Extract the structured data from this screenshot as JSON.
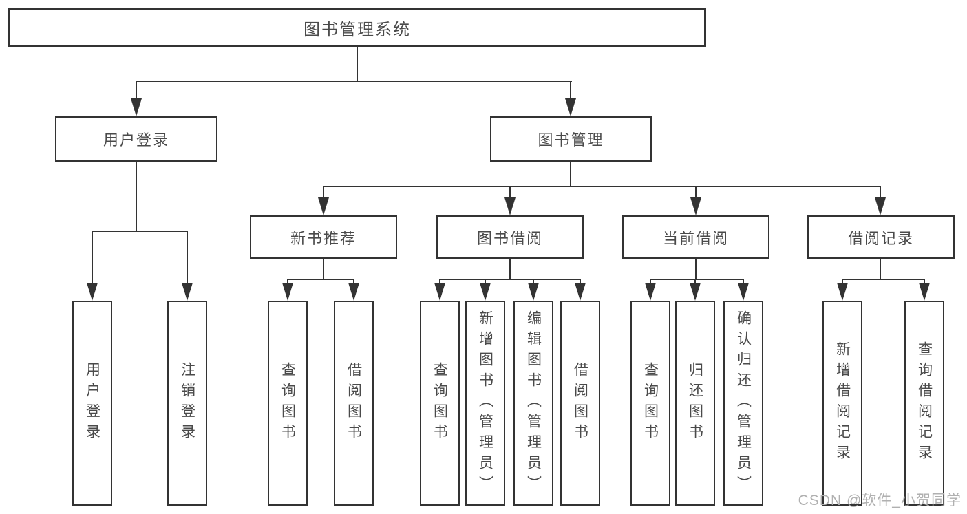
{
  "watermark": "CSDN @软件_小贺同学",
  "colors": {
    "line": "#333333",
    "box_border": "#333333",
    "text": "#4a4a4a",
    "watermark": "#b0b0b0",
    "background": "#ffffff"
  },
  "tree": {
    "root": {
      "label": "图书管理系统"
    },
    "branches": [
      {
        "label": "用户登录",
        "children": [
          {
            "label": "用户登录"
          },
          {
            "label": "注销登录"
          }
        ]
      },
      {
        "label": "图书管理",
        "children": [
          {
            "label": "新书推荐",
            "children": [
              {
                "label": "查询图书"
              },
              {
                "label": "借阅图书"
              }
            ]
          },
          {
            "label": "图书借阅",
            "children": [
              {
                "label": "查询图书"
              },
              {
                "label": "新增图书（管理员）"
              },
              {
                "label": "编辑图书（管理员）"
              },
              {
                "label": "借阅图书"
              }
            ]
          },
          {
            "label": "当前借阅",
            "children": [
              {
                "label": "查询图书"
              },
              {
                "label": "归还图书"
              },
              {
                "label": "确认归还（管理员）"
              }
            ]
          },
          {
            "label": "借阅记录",
            "children": [
              {
                "label": "新增借阅记录"
              },
              {
                "label": "查询借阅记录"
              }
            ]
          }
        ]
      }
    ]
  }
}
